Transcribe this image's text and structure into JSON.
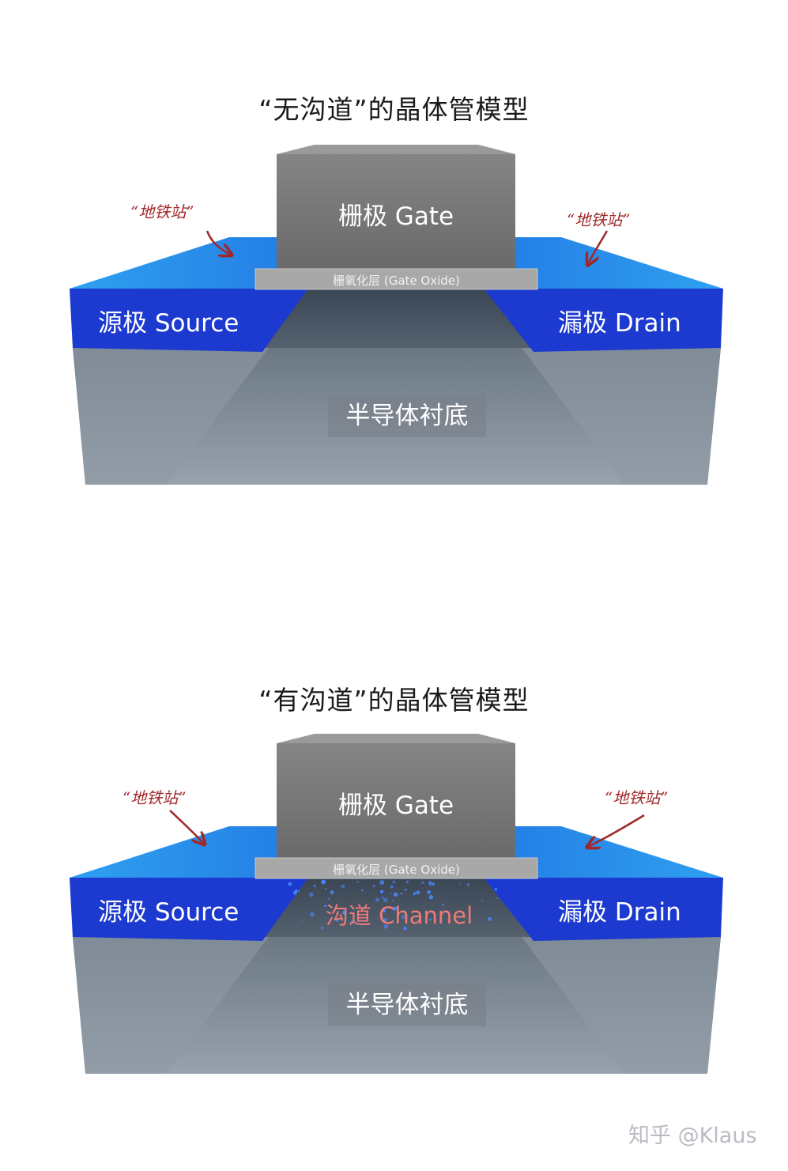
{
  "diagram1": {
    "title": "“无沟道”的晶体管模型",
    "gate_label": "栅极 Gate",
    "oxide_label": "栅氧化层 (Gate Oxide)",
    "source_label": "源极 Source",
    "drain_label": "漏极 Drain",
    "substrate_label": "半导体衬底",
    "annotation_left": "“地铁站”",
    "annotation_right": "“地铁站”"
  },
  "diagram2": {
    "title": "“有沟道”的晶体管模型",
    "gate_label": "栅极 Gate",
    "oxide_label": "栅氧化层 (Gate Oxide)",
    "source_label": "源极 Source",
    "drain_label": "漏极 Drain",
    "channel_label": "沟道 Channel",
    "substrate_label": "半导体衬底",
    "annotation_left": "“地铁站”",
    "annotation_right": "“地铁站”"
  },
  "watermark": "知乎 @Klaus",
  "colors": {
    "doped_region": "#1c3ad0",
    "doped_top": "#2a8ae8",
    "substrate": "#7e8a96",
    "gate": "#7a7a7a",
    "oxide": "#a8a8a8",
    "annotation": "#a02828",
    "channel_text": "#f07a7a",
    "electrons": "#4a86ff"
  }
}
